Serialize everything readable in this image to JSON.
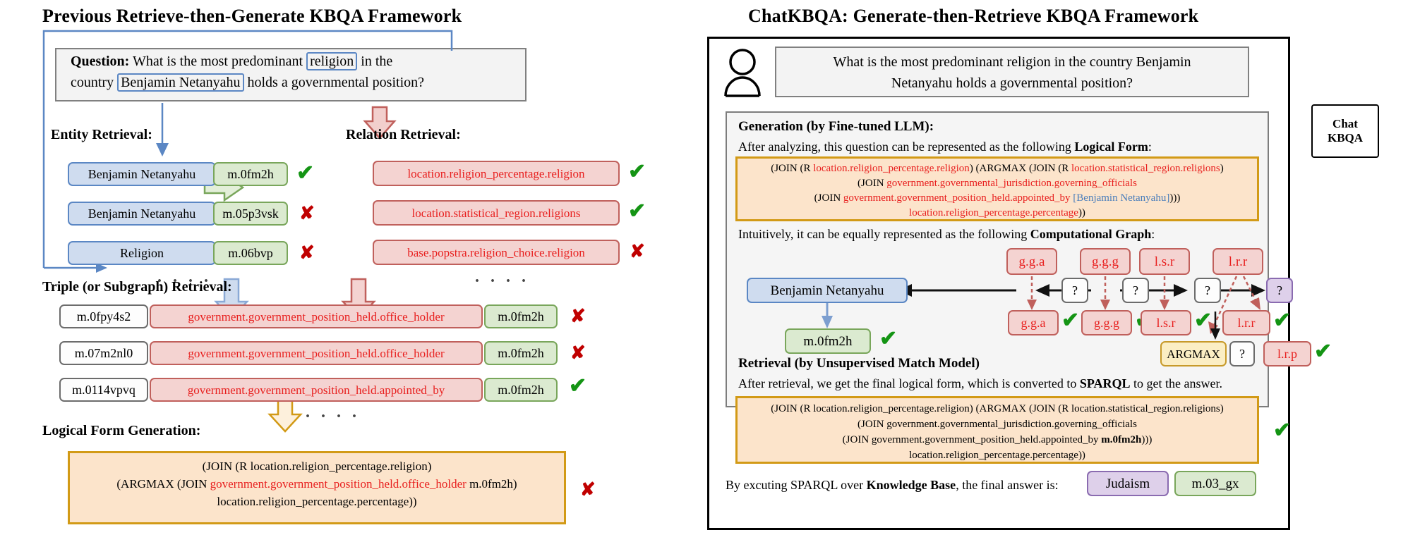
{
  "left": {
    "title": "Previous Retrieve-then-Generate KBQA Framework",
    "question": {
      "label": "Question:",
      "line1_pre": "What is the most predominant ",
      "highlight1": "religion",
      "line1_post": " in the",
      "line2_pre": "country ",
      "highlight2": "Benjamin Netanyahu",
      "line2_post": " holds a governmental position?"
    },
    "entity_retrieval": {
      "label": "Entity Retrieval:",
      "rows": [
        {
          "name": "Benjamin Netanyahu",
          "mid": "m.0fm2h",
          "mark": "check"
        },
        {
          "name": "Benjamin Netanyahu",
          "mid": "m.05p3vsk",
          "mark": "cross"
        },
        {
          "name": "Religion",
          "mid": "m.06bvp",
          "mark": "cross"
        }
      ],
      "ellipsis": "· · · ·"
    },
    "relation_retrieval": {
      "label": "Relation Retrieval:",
      "rows": [
        {
          "relation": "location.religion_percentage.religion",
          "mark": "check"
        },
        {
          "relation": "location.statistical_region.religions",
          "mark": "check"
        },
        {
          "relation": "base.popstra.religion_choice.religion",
          "mark": "cross"
        }
      ],
      "ellipsis": "· · · ·"
    },
    "triple_retrieval": {
      "label": "Triple (or Subgraph) Retrieval:",
      "rows": [
        {
          "subject": "m.0fpy4s2",
          "relation": "government.government_position_held.office_holder",
          "object": "m.0fm2h",
          "mark": "cross"
        },
        {
          "subject": "m.07m2nl0",
          "relation": "government.government_position_held.office_holder",
          "object": "m.0fm2h",
          "mark": "cross"
        },
        {
          "subject": "m.0114vpvq",
          "relation": "government.government_position_held.appointed_by",
          "object": "m.0fm2h",
          "mark": "check"
        }
      ],
      "ellipsis": "· · · ·"
    },
    "logical_form": {
      "label": "Logical Form Generation:",
      "line1": "(JOIN (R location.religion_percentage.religion)",
      "line2_pre": "(ARGMAX (JOIN ",
      "line2_red": "government.government_position_held.office_holder",
      "line2_post": " m.0fm2h)",
      "line3": "location.religion_percentage.percentage))",
      "mark": "cross"
    }
  },
  "right": {
    "title": "ChatKBQA: Generate-then-Retrieve KBQA Framework",
    "badge": {
      "line1": "Chat",
      "line2": "KBQA"
    },
    "user_icon": "user-avatar-icon",
    "question": {
      "line1": "What is the most predominant religion in the country Benjamin",
      "line2": "Netanyahu holds a governmental position?"
    },
    "generation": {
      "heading": "Generation (by Fine-tuned LLM):",
      "intro_pre": "After analyzing, this question can be represented as the following ",
      "intro_bold": "Logical Form",
      "intro_post": ":",
      "lf_line1_a": "(JOIN (R ",
      "lf_line1_r1": "location.religion_percentage.religion",
      "lf_line1_b": ") (ARGMAX (JOIN (R ",
      "lf_line1_r2": "location.statistical_region.religions",
      "lf_line1_c": ")",
      "lf_line2_a": "(JOIN ",
      "lf_line2_r": "government.governmental_jurisdiction.governing_officials",
      "lf_line3_a": "(JOIN ",
      "lf_line3_r": "government.government_position_held.appointed_by",
      "lf_line3_blue": " [Benjamin Netanyahu]",
      "lf_line3_b": ")))",
      "lf_line4_r": "location.religion_percentage.percentage",
      "lf_line4_b": "))",
      "graph_intro_pre": "Intuitively, it can be equally represented as the following ",
      "graph_intro_bold": "Computational Graph",
      "graph_intro_post": ":"
    },
    "graph": {
      "entity_node": "Benjamin Netanyahu",
      "entity_mid": "m.0fm2h",
      "entity_mid_mark": "check",
      "argmax_label": "ARGMAX",
      "top_relations": [
        "g.g.a",
        "g.g.g",
        "l.s.r",
        "l.r.r"
      ],
      "variables": [
        "?",
        "?",
        "?",
        "?"
      ],
      "bottom_relations": [
        {
          "label": "g.g.a",
          "mark": "check"
        },
        {
          "label": "g.g.g",
          "mark": "check"
        },
        {
          "label": "l.s.r",
          "mark": "check"
        },
        {
          "label": "l.r.p",
          "mark": "check"
        },
        {
          "label": "l.r.r",
          "mark": "check"
        }
      ],
      "argmax_var": "?"
    },
    "retrieval": {
      "heading": "Retrieval (by Unsupervised Match Model)",
      "intro_pre": "After retrieval, we get the final logical form, which is converted to ",
      "intro_bold": "SPARQL",
      "intro_post": " to get the answer.",
      "lf_line1": "(JOIN (R location.religion_percentage.religion) (ARGMAX (JOIN (R location.statistical_region.religions)",
      "lf_line2": "(JOIN government.governmental_jurisdiction.governing_officials",
      "lf_line3_a": "(JOIN government.government_position_held.appointed_by ",
      "lf_line3_bold": "m.0fm2h",
      "lf_line3_b": ")))",
      "lf_line4": "location.religion_percentage.percentage))",
      "mark": "check"
    },
    "answer": {
      "text_pre": "By excuting SPARQL over ",
      "text_bold": "Knowledge Base",
      "text_post": ", the final answer is:",
      "entity": "Judaism",
      "mid": "m.03_gx"
    }
  },
  "colors": {
    "blue_fill": "#cfdcef",
    "blue_border": "#5b87c4",
    "green_fill": "#dbead0",
    "green_border": "#79a65b",
    "red_fill": "#f4d3d1",
    "red_border": "#c0605c",
    "orange_fill": "#fce4cb",
    "orange_border": "#d29a16",
    "purple_fill": "#ded0ea",
    "purple_border": "#8a6bb0",
    "check": "#149414",
    "cross": "#c00000"
  }
}
